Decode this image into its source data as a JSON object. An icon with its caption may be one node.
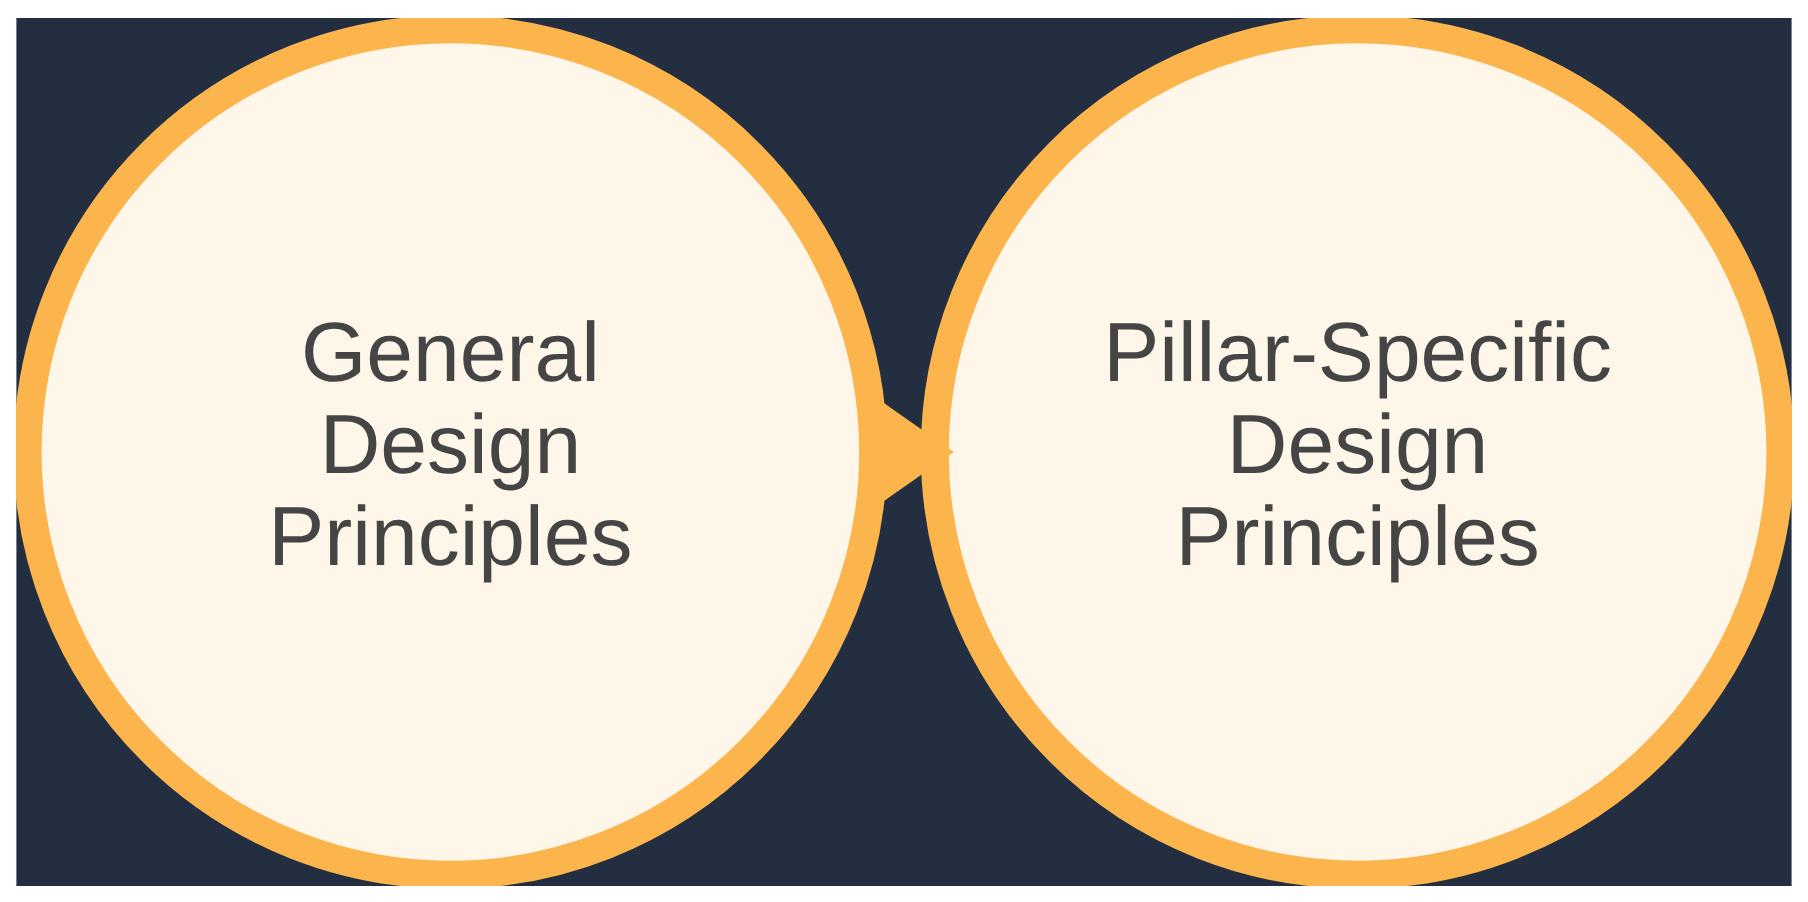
{
  "diagram": {
    "nodes": [
      {
        "text": [
          "General Design Principles"
        ]
      },
      {
        "text": [
          "Pillar-Specific Design Principles"
        ]
      }
    ],
    "edges": [
      {
        "from": 0,
        "to": 1,
        "arrow": "to",
        "style": "thick"
      }
    ]
  }
}
